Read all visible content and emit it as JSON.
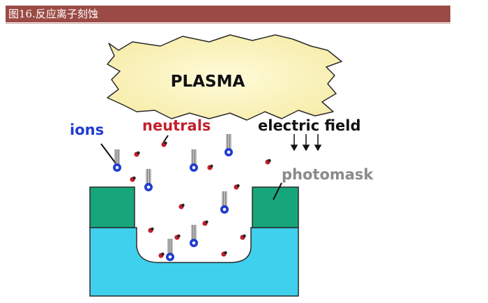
{
  "header": {
    "title": "图16.反应离子刻蚀"
  },
  "diagram": {
    "plasma_label": "PLASMA",
    "ions_label": "ions",
    "neutrals_label": "neutrals",
    "field_label": "electric field",
    "mask_label": "photomask"
  },
  "colors": {
    "title_bar": "#9c4a45",
    "plasma_fill": "#fbf6c8",
    "substrate": "#3fd0ee",
    "mask": "#17a67b",
    "ion": "#1f3ccf",
    "neutral": "#c21f2b",
    "ions_text": "#1f3ccf",
    "neutrals_text": "#c21f2b",
    "mask_text": "#8a8a8a"
  }
}
